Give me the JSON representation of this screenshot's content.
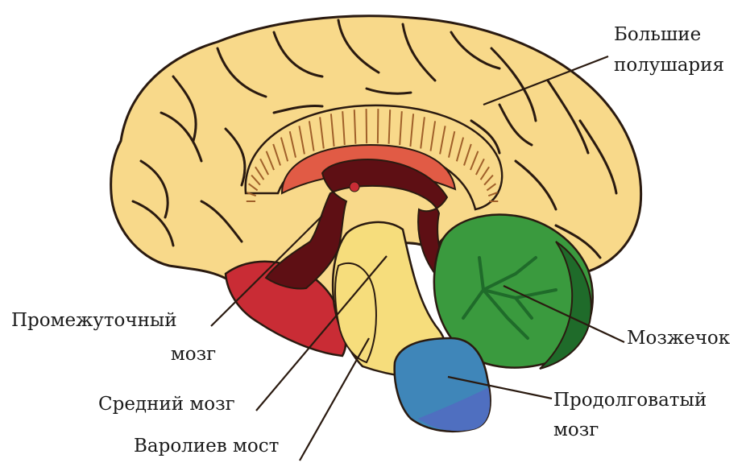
{
  "labels": {
    "cerebrum_l1": "Большие",
    "cerebrum_l2": "полушария",
    "diencephalon_l1": "Промежуточный",
    "diencephalon_l2": "мозг",
    "midbrain": "Средний мозг",
    "pons": "Варолиев мост",
    "cerebellum": "Мозжечок",
    "medulla_l1": "Продолговатый",
    "medulla_l2": "мозг"
  },
  "colors": {
    "cerebrum": "#f8d98a",
    "outline": "#2a1a10",
    "diencephalon": "#c92c35",
    "corpus_callosum": "#e15b45",
    "ventricles": "#5e0f14",
    "midbrain_pons": "#f6dd7c",
    "cerebellum": "#3a9a3e",
    "cerebellum_dark": "#1f6b2a",
    "medulla": "#3f86b9",
    "medulla_low": "#4f6fc0"
  }
}
